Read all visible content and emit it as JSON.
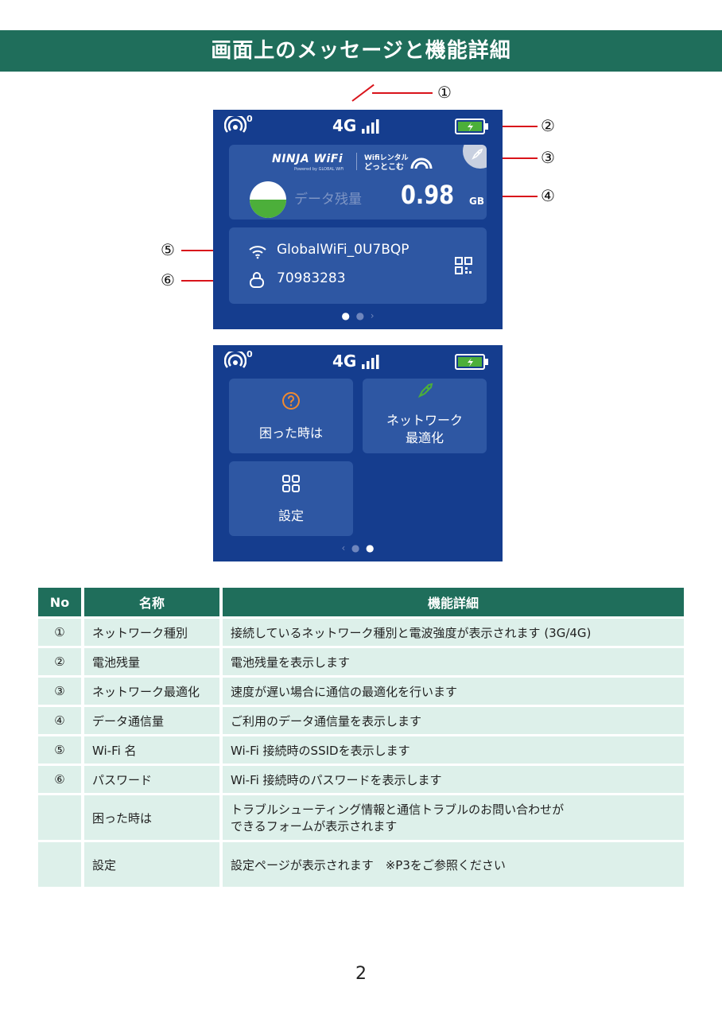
{
  "title": "画面上のメッセージと機能詳細",
  "screen1": {
    "hotspot_count": "0",
    "network_type": "4G",
    "logo": {
      "ninja": "NINJA WiFi",
      "ninja_sub": "Powered by GLOBAL WiFi",
      "dotto_line1": "Wifiレンタル",
      "dotto_line2": "どっとこむ"
    },
    "data_label": "データ残量",
    "data_value": "0.98",
    "data_unit": "GB",
    "data_remaining_fraction": 0.5,
    "ssid": "GlobalWiFi_0U7BQP",
    "password": "70983283",
    "pager": [
      "●",
      "●",
      "›"
    ]
  },
  "screen2": {
    "hotspot_count": "0",
    "network_type": "4G",
    "help_label": "困った時は",
    "optimize_line1": "ネットワーク",
    "optimize_line2": "最適化",
    "settings_label": "設定",
    "pager": [
      "‹",
      "●",
      "●"
    ]
  },
  "callouts": [
    "①",
    "②",
    "③",
    "④",
    "⑤",
    "⑥"
  ],
  "table": {
    "headers": [
      "No",
      "名称",
      "機能詳細"
    ],
    "rows": [
      {
        "no": "①",
        "name": "ネットワーク種別",
        "detail": "接続しているネットワーク種別と電波強度が表示されます (3G/4G)"
      },
      {
        "no": "②",
        "name": "電池残量",
        "detail": "電池残量を表示します"
      },
      {
        "no": "③",
        "name": "ネットワーク最適化",
        "detail": "速度が遅い場合に通信の最適化を行います"
      },
      {
        "no": "④",
        "name": "データ通信量",
        "detail": "ご利用のデータ通信量を表示します"
      },
      {
        "no": "⑤",
        "name": "Wi-Fi 名",
        "detail": "Wi-Fi 接続時のSSIDを表示します"
      },
      {
        "no": "⑥",
        "name": "パスワード",
        "detail": "Wi-Fi 接続時のパスワードを表示します"
      },
      {
        "no": "",
        "name": "困った時は",
        "detail_line1": "トラブルシューティング情報と通信トラブルのお問い合わせが",
        "detail_line2": "できるフォームが表示されます"
      },
      {
        "no": "",
        "name": "設定",
        "detail": "設定ページが表示されます　※P3をご参照ください"
      }
    ]
  },
  "page_number": "2",
  "colors": {
    "header": "#1f6e5b",
    "screen": "#153d8e",
    "card": "#2e57a3",
    "table_cell": "#ddf0ea",
    "callout_line": "#d9141b",
    "battery": "#4caf3a"
  }
}
